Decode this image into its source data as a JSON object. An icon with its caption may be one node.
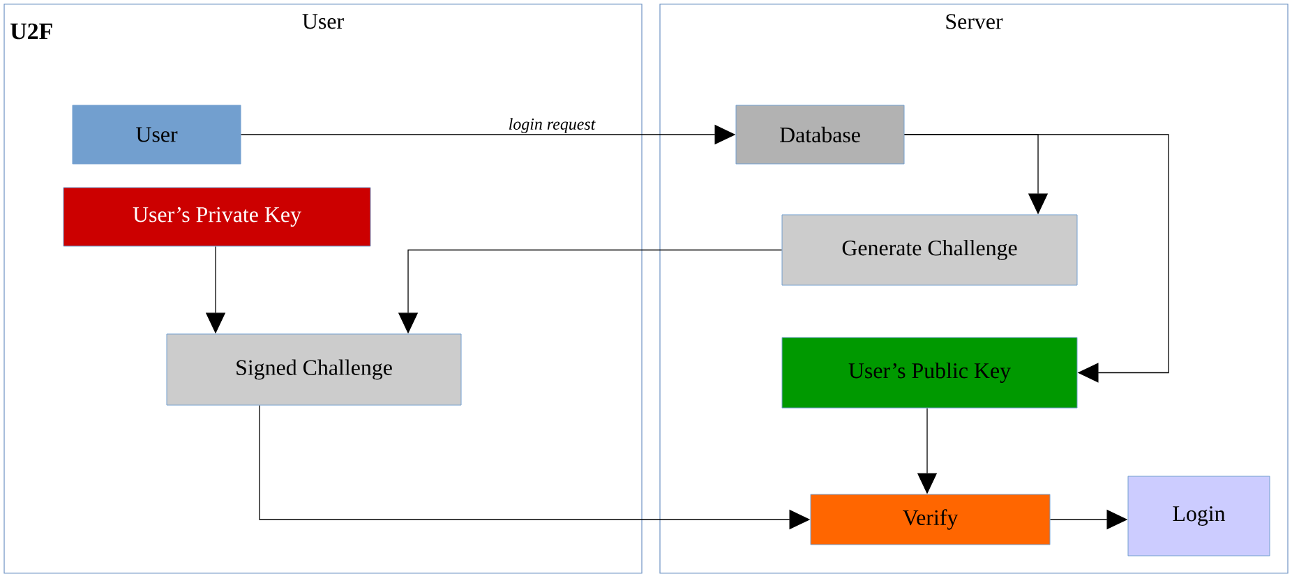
{
  "diagram": {
    "title": "U2F",
    "nodes": [
      {
        "text": [
          "User"
        ]
      },
      {
        "text": [
          "Server"
        ]
      },
      {
        "text": [
          "User"
        ],
        "in": 0
      },
      {
        "text": [
          "Database"
        ],
        "in": 1
      },
      {
        "text": [
          "User’s Private Key"
        ],
        "in": 0
      },
      {
        "text": [
          "Generate Challenge"
        ],
        "in": 1
      },
      {
        "text": [
          "Signed Challenge"
        ],
        "in": 0
      },
      {
        "text": [
          "User’s Public Key"
        ],
        "in": 1
      },
      {
        "text": [
          "Verify"
        ],
        "in": 1
      },
      {
        "text": [
          "Login"
        ],
        "in": 1
      }
    ],
    "edges": [
      {
        "from": 2,
        "to": 3,
        "arrow": "to",
        "label": "login request"
      },
      {
        "from": 3,
        "to": 5,
        "arrow": "to"
      },
      {
        "from": 3,
        "to": 7,
        "arrow": "to"
      },
      {
        "from": 4,
        "to": 6,
        "arrow": "to"
      },
      {
        "from": 5,
        "to": 6,
        "arrow": "to"
      },
      {
        "from": 6,
        "to": 8,
        "arrow": "to"
      },
      {
        "from": 7,
        "to": 8,
        "arrow": "to"
      },
      {
        "from": 8,
        "to": 9,
        "arrow": "to"
      }
    ]
  }
}
